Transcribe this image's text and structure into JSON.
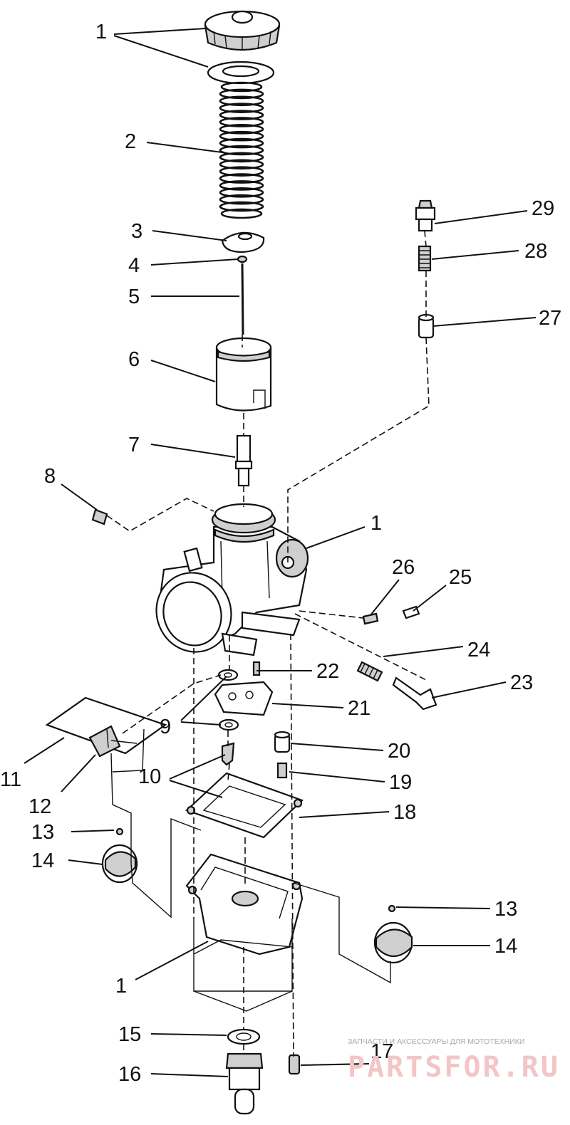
{
  "labels": [
    "1",
    "2",
    "3",
    "4",
    "5",
    "6",
    "7",
    "8",
    "1",
    "26",
    "25",
    "24",
    "22",
    "23",
    "21",
    "9",
    "20",
    "10",
    "19",
    "11",
    "12",
    "18",
    "13",
    "14",
    "13",
    "14",
    "1",
    "15",
    "17",
    "16",
    "29",
    "28",
    "27"
  ],
  "watermark": {
    "tagline": "ЗАПЧАСТИ И АКСЕССУАРЫ ДЛЯ МОТОТЕХНИКИ",
    "brand": "PARTSFOR.RU"
  }
}
